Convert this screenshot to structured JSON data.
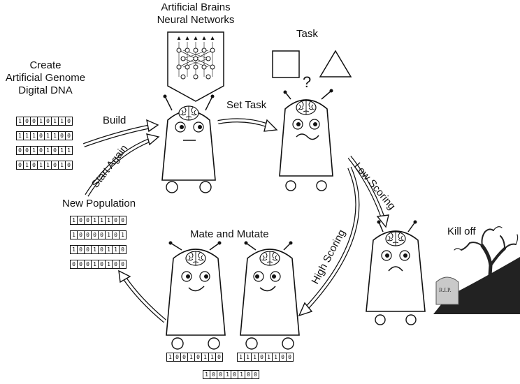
{
  "labels": {
    "brains_line1": "Artificial Brains",
    "brains_line2": "Neural Networks",
    "task": "Task",
    "question": "?",
    "create_line1": "Create",
    "create_line2": "Artificial Genome",
    "create_line3": "Digital DNA",
    "build": "Build",
    "set_task": "Set Task",
    "start_again": "Start Again",
    "new_population": "New Population",
    "low_scoring": "Low Scoring",
    "high_scoring": "High Scoring",
    "kill_off": "Kill off",
    "mate_and_mutate": "Mate and Mutate",
    "rip": "R.I.P."
  },
  "genomes": {
    "initial": [
      "10010110",
      "11101100",
      "00101011",
      "01011010"
    ],
    "new_population": [
      "10011100",
      "10000101",
      "10010110",
      "00010100"
    ],
    "parent_left": "10010110",
    "parent_right": "11101100",
    "offspring": "10010100"
  },
  "colors": {
    "ink": "#111111",
    "tombstone": "#c9c9c9",
    "ground": "#222222"
  }
}
